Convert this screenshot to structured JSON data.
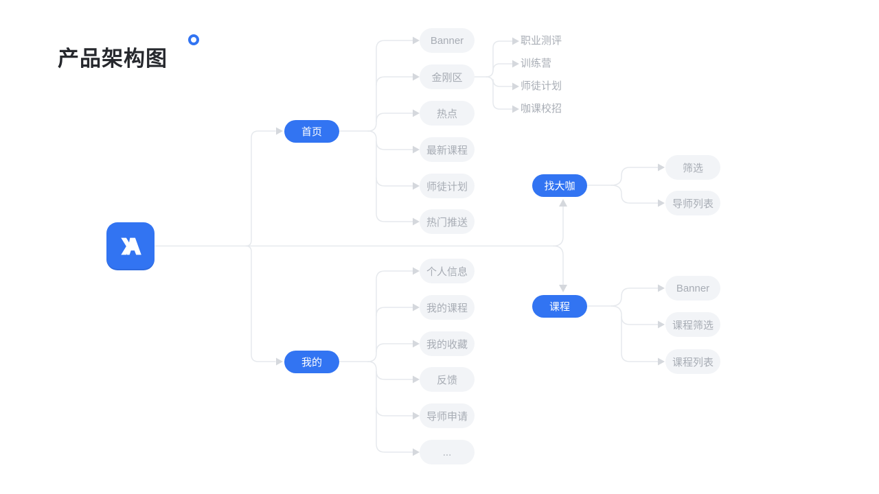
{
  "title": "产品架构图",
  "colors": {
    "primary_blue": "#3274f2",
    "pill_background": "#f2f4f7",
    "pill_text": "#a7acb4",
    "connector_line": "#e6e9ed",
    "arrowhead": "#d5d8dd",
    "title_text": "#26282d"
  },
  "nodes": {
    "home": {
      "label": "首页"
    },
    "home_children": [
      {
        "label": "Banner"
      },
      {
        "label": "金刚区"
      },
      {
        "label": "热点"
      },
      {
        "label": "最新课程"
      },
      {
        "label": "师徒计划"
      },
      {
        "label": "热门推送"
      }
    ],
    "jingang_children": [
      {
        "label": "职业测评"
      },
      {
        "label": "训练营"
      },
      {
        "label": "师徒计划"
      },
      {
        "label": "咖课校招"
      }
    ],
    "find_mentor": {
      "label": "找大咖"
    },
    "find_mentor_children": [
      {
        "label": "筛选"
      },
      {
        "label": "导师列表"
      }
    ],
    "course": {
      "label": "课程"
    },
    "course_children": [
      {
        "label": "Banner"
      },
      {
        "label": "课程筛选"
      },
      {
        "label": "课程列表"
      }
    ],
    "mine": {
      "label": "我的"
    },
    "mine_children": [
      {
        "label": "个人信息"
      },
      {
        "label": "我的课程"
      },
      {
        "label": "我的收藏"
      },
      {
        "label": "反馈"
      },
      {
        "label": "导师申请"
      },
      {
        "label": "..."
      }
    ]
  }
}
